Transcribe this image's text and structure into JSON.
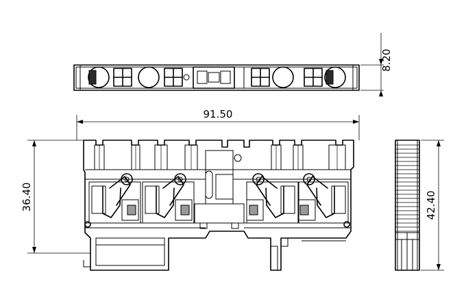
{
  "dimensions": {
    "width_label": "91.50",
    "top_height_label": "8.20",
    "front_height_label": "36.40",
    "side_height_label": "42.40"
  },
  "colors": {
    "ink": "#000000",
    "fill_gray": "#9a9a9a",
    "background": "#ffffff"
  }
}
